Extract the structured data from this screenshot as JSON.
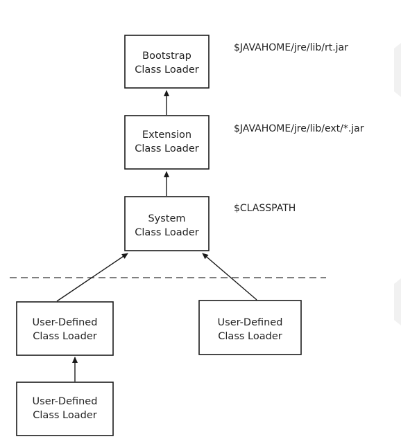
{
  "nodes": {
    "bootstrap": {
      "line1": "Bootstrap",
      "line2": "Class Loader",
      "path": "$JAVAHOME/jre/lib/rt.jar"
    },
    "extension": {
      "line1": "Extension",
      "line2": "Class Loader",
      "path": "$JAVAHOME/jre/lib/ext/*.jar"
    },
    "system": {
      "line1": "System",
      "line2": "Class Loader",
      "path": "$CLASSPATH"
    },
    "user_left": {
      "line1": "User-Defined",
      "line2": "Class Loader"
    },
    "user_right": {
      "line1": "User-Defined",
      "line2": "Class Loader"
    },
    "user_bottom": {
      "line1": "User-Defined",
      "line2": "Class Loader"
    }
  },
  "edges": [
    {
      "from": "extension",
      "to": "bootstrap"
    },
    {
      "from": "system",
      "to": "extension"
    },
    {
      "from": "user_left",
      "to": "system"
    },
    {
      "from": "user_right",
      "to": "system"
    },
    {
      "from": "user_bottom",
      "to": "user_left"
    }
  ],
  "colors": {
    "stroke": "#1a1a1a",
    "text": "#222222",
    "divider": "#555555"
  }
}
